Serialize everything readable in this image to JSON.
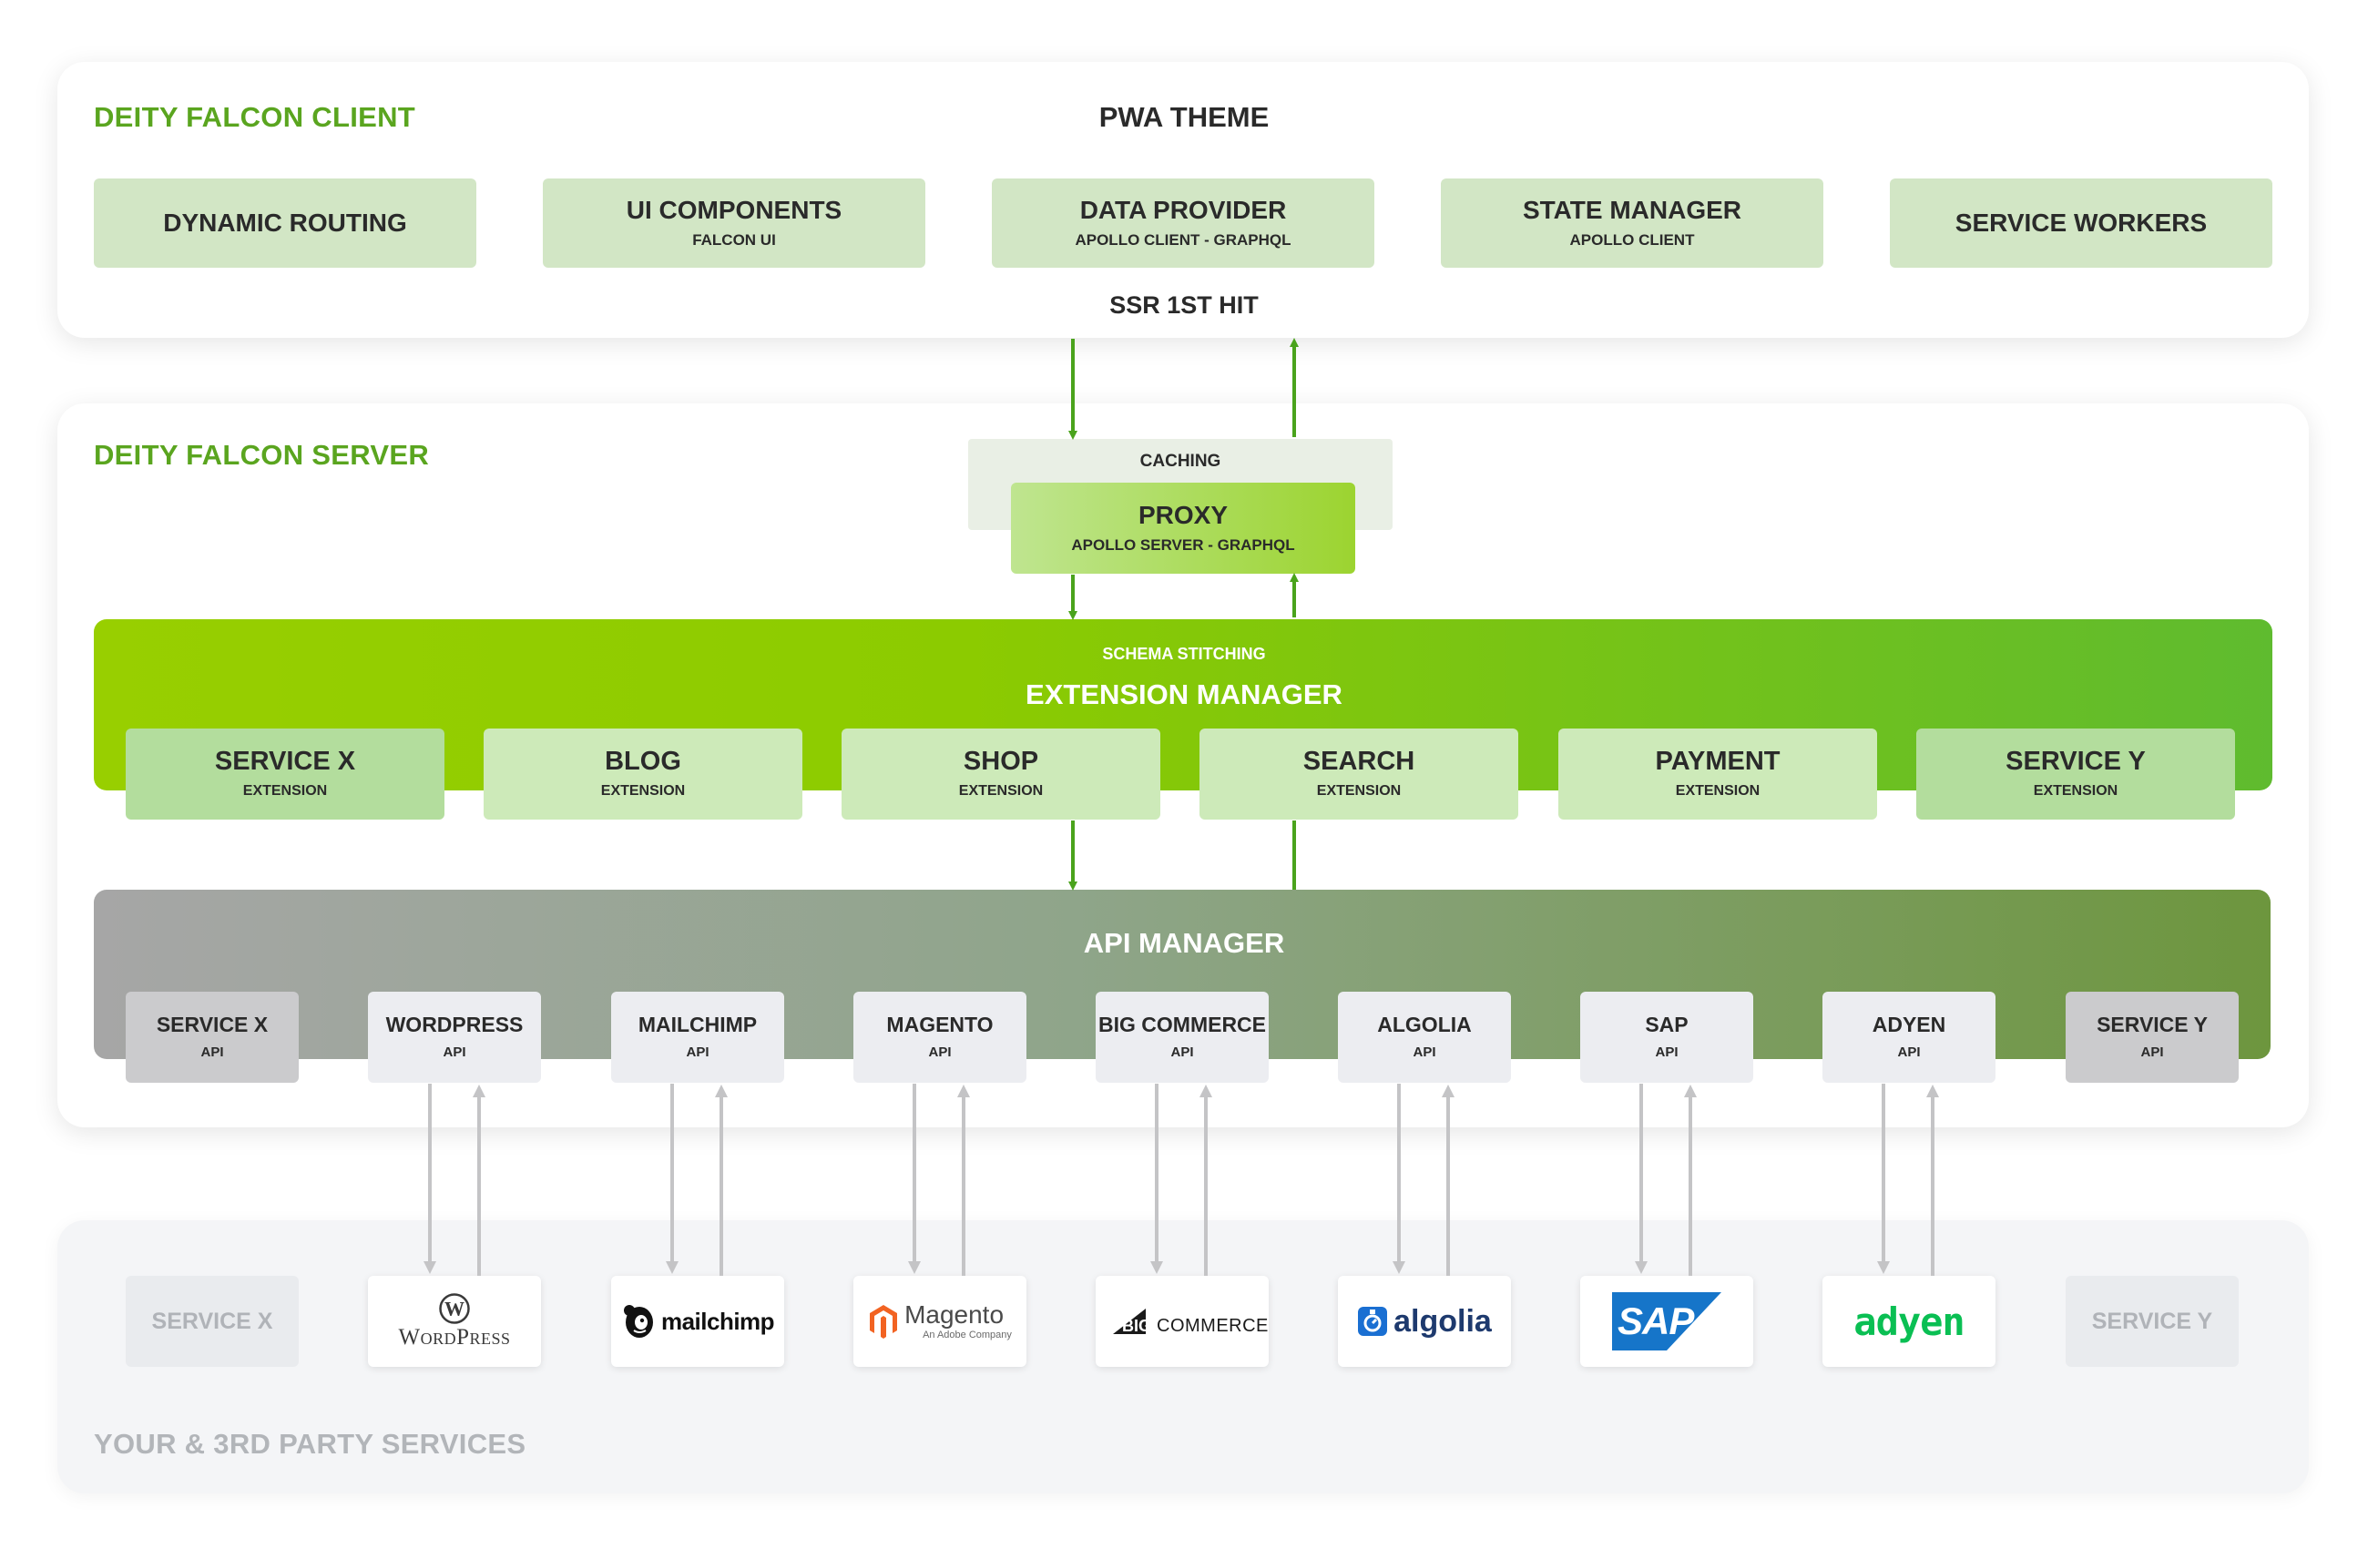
{
  "client": {
    "title": "DEITY FALCON CLIENT",
    "theme": "PWA THEME",
    "ssr": "SSR 1ST HIT",
    "boxes": [
      {
        "title": "DYNAMIC ROUTING",
        "sub": ""
      },
      {
        "title": "UI COMPONENTS",
        "sub": "FALCON UI"
      },
      {
        "title": "DATA PROVIDER",
        "sub": "APOLLO CLIENT - GRAPHQL"
      },
      {
        "title": "STATE MANAGER",
        "sub": "APOLLO CLIENT"
      },
      {
        "title": "SERVICE WORKERS",
        "sub": ""
      }
    ]
  },
  "server": {
    "title": "DEITY FALCON SERVER",
    "caching": "CACHING",
    "proxy": {
      "title": "PROXY",
      "sub": "APOLLO SERVER - GRAPHQL"
    },
    "extension_manager": {
      "sub": "SCHEMA STITCHING",
      "title": "EXTENSION MANAGER"
    },
    "extensions": [
      {
        "title": "SERVICE X",
        "sub": "EXTENSION"
      },
      {
        "title": "BLOG",
        "sub": "EXTENSION"
      },
      {
        "title": "SHOP",
        "sub": "EXTENSION"
      },
      {
        "title": "SEARCH",
        "sub": "EXTENSION"
      },
      {
        "title": "PAYMENT",
        "sub": "EXTENSION"
      },
      {
        "title": "SERVICE Y",
        "sub": "EXTENSION"
      }
    ],
    "api_manager": "API MANAGER",
    "apis": [
      {
        "title": "SERVICE X",
        "sub": "API"
      },
      {
        "title": "WORDPRESS",
        "sub": "API"
      },
      {
        "title": "MAILCHIMP",
        "sub": "API"
      },
      {
        "title": "MAGENTO",
        "sub": "API"
      },
      {
        "title": "BIG COMMERCE",
        "sub": "API"
      },
      {
        "title": "ALGOLIA",
        "sub": "API"
      },
      {
        "title": "SAP",
        "sub": "API"
      },
      {
        "title": "ADYEN",
        "sub": "API"
      },
      {
        "title": "SERVICE Y",
        "sub": "API"
      }
    ]
  },
  "third_party": {
    "title": "YOUR & 3RD PARTY SERVICES",
    "service_x": "SERVICE X",
    "service_y": "SERVICE Y",
    "logos": {
      "wordpress": "WordPress",
      "mailchimp": "mailchimp",
      "magento": "Magento",
      "magento_sub": "An Adobe Company",
      "bigcommerce_big": "BIG",
      "bigcommerce_rest": "COMMERCE",
      "algolia": "algolia",
      "sap": "SAP",
      "adyen": "adyen"
    }
  },
  "colors": {
    "green_title": "#5aa51f",
    "arrow_green": "#4aa31c",
    "arrow_grey": "#c4c4c6"
  },
  "icons": [
    "wordpress-logo-icon",
    "mailchimp-logo-icon",
    "magento-logo-icon",
    "bigcommerce-logo-icon",
    "algolia-logo-icon",
    "sap-logo-icon",
    "adyen-logo-icon"
  ]
}
